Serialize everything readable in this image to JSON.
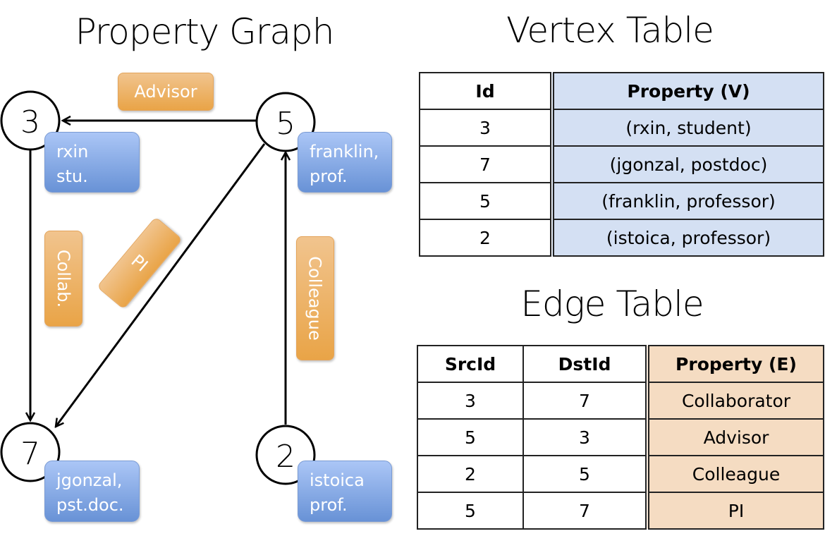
{
  "graph": {
    "title": "Property Graph",
    "vertices": [
      {
        "id": "3",
        "line1": "rxin",
        "line2": "stu."
      },
      {
        "id": "5",
        "line1": "franklin,",
        "line2": "prof."
      },
      {
        "id": "7",
        "line1": "jgonzal,",
        "line2": "pst.doc."
      },
      {
        "id": "2",
        "line1": "istoica",
        "line2": "prof."
      }
    ],
    "edge_labels": {
      "advisor": "Advisor",
      "collab": "Collab.",
      "pi": "PI",
      "colleague": "Colleague"
    },
    "colors": {
      "vertex_box": "#6892d6",
      "edge_label": "#e9a447"
    }
  },
  "vertex_table": {
    "title": "Vertex Table",
    "headers": [
      "Id",
      "Property (V)"
    ],
    "rows": [
      [
        "3",
        "(rxin, student)"
      ],
      [
        "7",
        "(jgonzal, postdoc)"
      ],
      [
        "5",
        "(franklin, professor)"
      ],
      [
        "2",
        "(istoica, professor)"
      ]
    ],
    "property_color": "#d4e0f3"
  },
  "edge_table": {
    "title": "Edge Table",
    "headers": [
      "SrcId",
      "DstId",
      "Property (E)"
    ],
    "rows": [
      [
        "3",
        "7",
        "Collaborator"
      ],
      [
        "5",
        "3",
        "Advisor"
      ],
      [
        "2",
        "5",
        "Colleague"
      ],
      [
        "5",
        "7",
        "PI"
      ]
    ],
    "property_color": "#f5dcc2"
  }
}
